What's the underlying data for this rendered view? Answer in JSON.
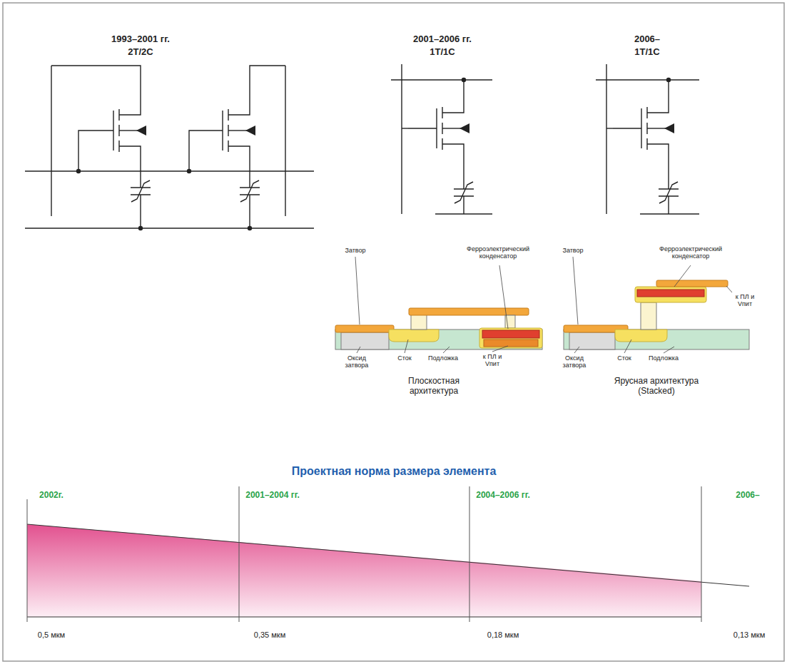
{
  "diagram": {
    "labels": [
      "1993–2001 гг.",
      "2T/2C",
      "2001–2006 гг.",
      "1T/1C",
      "2006–",
      "1T/1C",
      "Затвор",
      "Ферроэлектрический конденсатор",
      "Оксид затвора",
      "Сток",
      "Подложка",
      "к ПЛ и Vпит",
      "Плоскостная архитектура",
      "Затвор",
      "Ферроэлектрический конденсатор",
      "к ПЛ и Vпит",
      "Оксид затвора",
      "Сток",
      "Подложка",
      "Ярусная архитектура (Stacked)",
      "Проектная норма размера элемента",
      "2002г.",
      "2001–2004 гг.",
      "2004–2006 гг.",
      "2006–",
      "0,5 мкм",
      "0,35 мкм",
      "0,18 мкм",
      "0,13 мкм"
    ]
  }
}
